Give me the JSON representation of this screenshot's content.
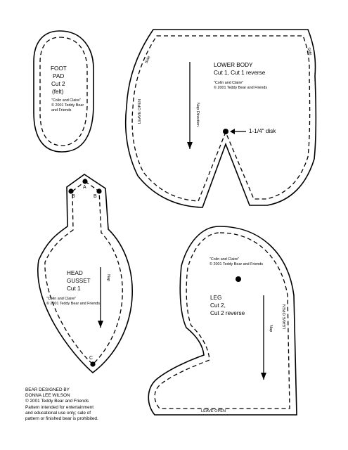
{
  "pieces": {
    "foot_pad": {
      "name": "FOOT",
      "name2": "PAD",
      "cut": "Cut 2",
      "material": "(felt)",
      "copyright1": "\"Colin and Claire\"",
      "copyright2": "© 2001 Teddy Bear",
      "copyright3": "and Friends"
    },
    "lower_body": {
      "name": "LOWER BODY",
      "cut": "Cut 1, Cut 1 reverse",
      "copyright1": "\"Colin and Claire\"",
      "copyright2": "© 2001 Teddy Bear and Friends",
      "nap": "Nap Direction",
      "disk": "1-1/4\" disk",
      "leave_open": "LEAVE OPEN",
      "side_a": "Side",
      "side_b": "Side"
    },
    "head_gusset": {
      "name": "HEAD",
      "name2": "GUSSET",
      "cut": "Cut 1",
      "copyright1": "\"Colin and Claire\"",
      "copyright2": "© 2001 Teddy Bear and Friends",
      "nap": "Nap",
      "mark_a": "A",
      "mark_b1": "B",
      "mark_b2": "B",
      "mark_c": "C"
    },
    "leg": {
      "name": "LEG",
      "cut": "Cut 2,",
      "cut2": "Cut 2 reverse",
      "copyright1": "\"Colin and Claire\"",
      "copyright2": "© 2001 Teddy Bear and Friends",
      "nap": "Nap",
      "leave_open_side": "LEAVE OPEN",
      "leave_open_bottom": "LEAVE OPEN"
    }
  },
  "credits": {
    "line1": "BEAR DESIGNED BY",
    "line2": "DONNA LEE WILSON",
    "line3": "© 2001 Teddy Bear and Friends",
    "line4": "Pattern intended for entertainment",
    "line5": "and educational use only; sale of",
    "line6": "pattern or finished bear is prohibited."
  }
}
